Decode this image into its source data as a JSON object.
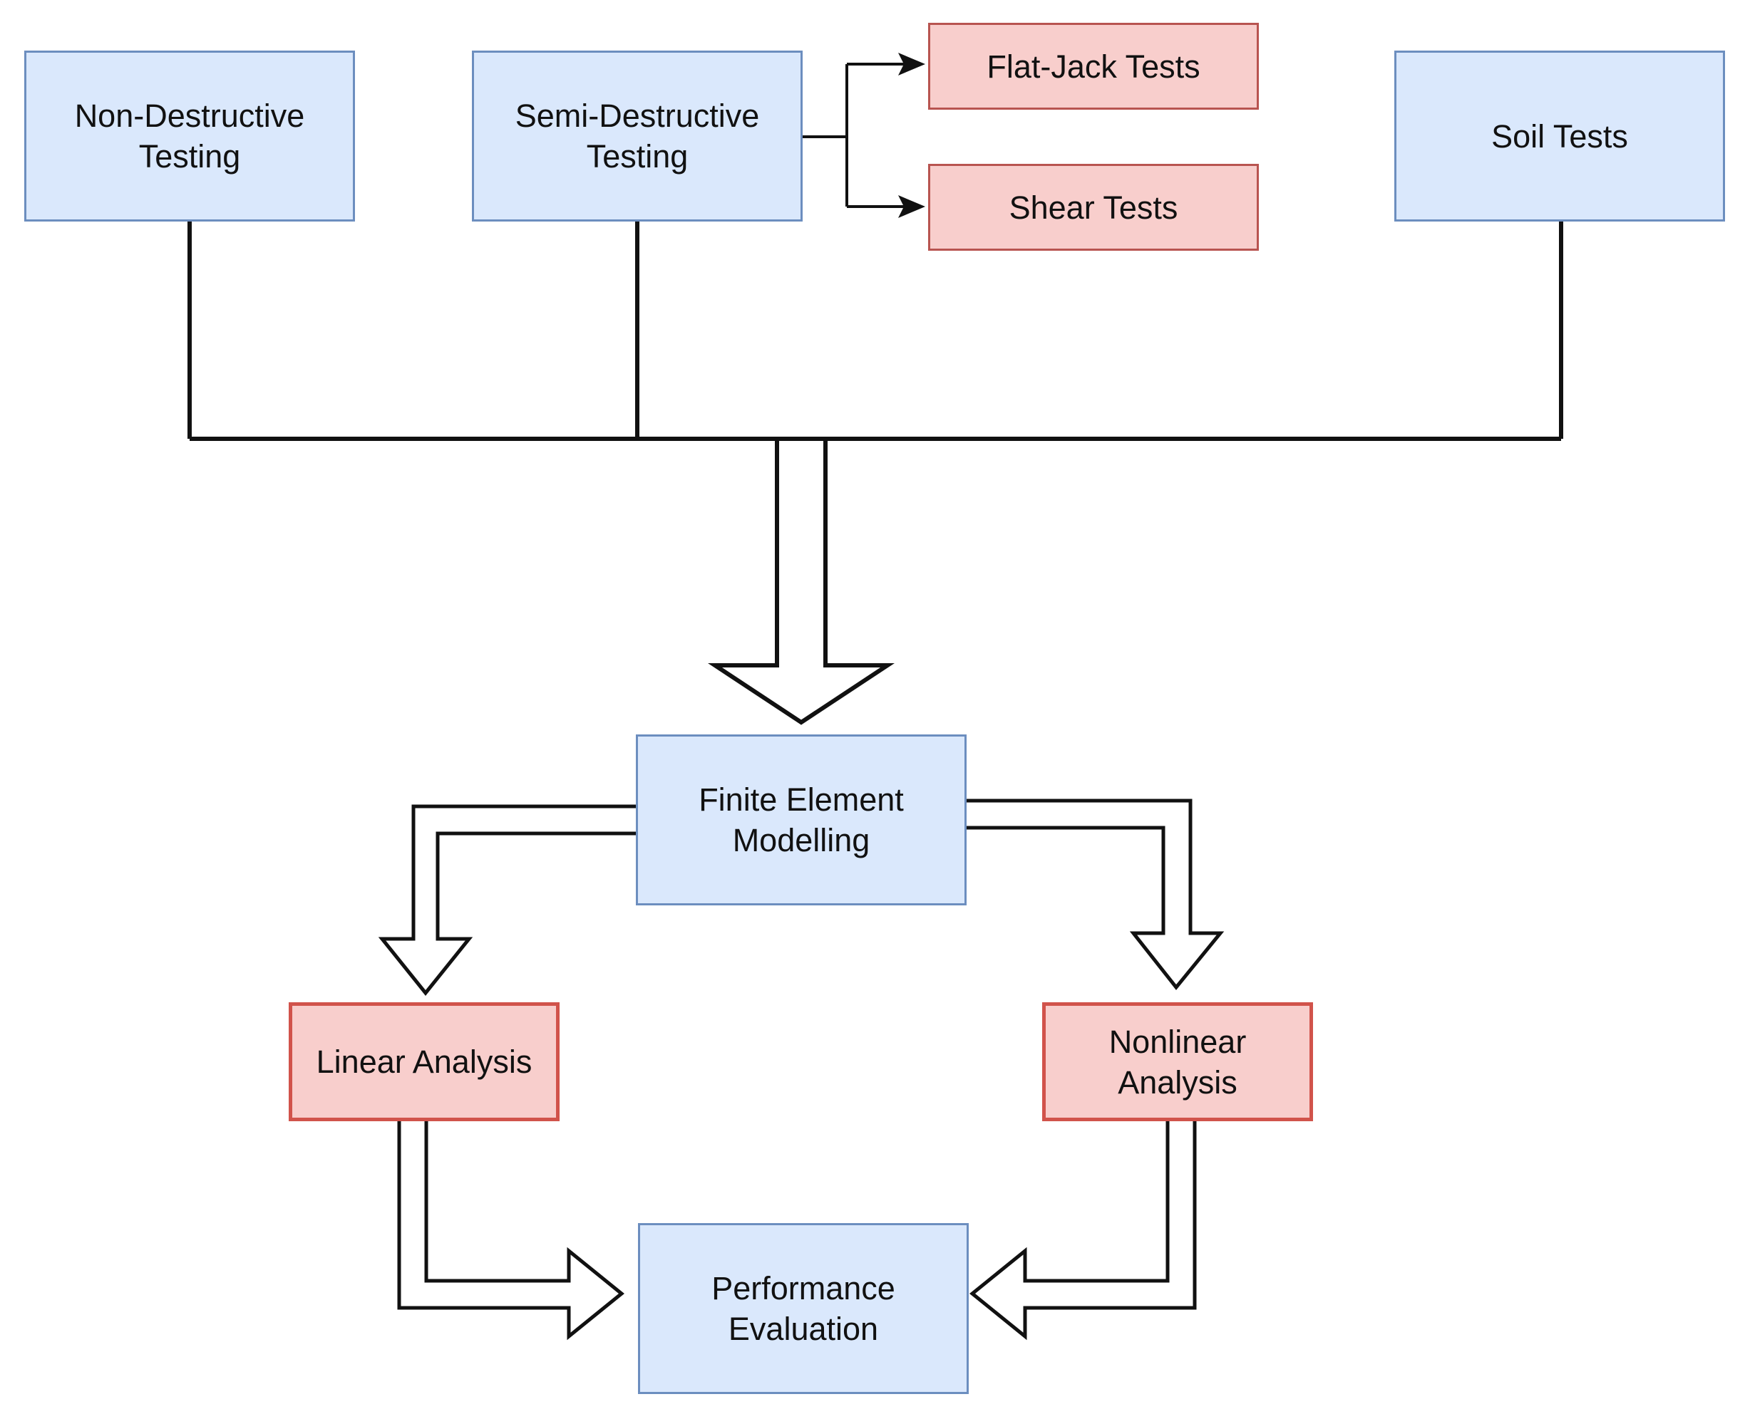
{
  "colors": {
    "blue_fill": "#dae8fc",
    "blue_stroke": "#6c8ebf",
    "red_fill": "#f8cecc",
    "red_stroke": "#b85450",
    "line": "#111111"
  },
  "nodes": {
    "non_destructive": "Non-Destructive\nTesting",
    "semi_destructive": "Semi-Destructive\nTesting",
    "flat_jack": "Flat-Jack Tests",
    "shear": "Shear Tests",
    "soil": "Soil Tests",
    "fem": "Finite Element\nModelling",
    "linear": "Linear Analysis",
    "nonlinear": "Nonlinear\nAnalysis",
    "performance": "Performance\nEvaluation"
  },
  "edges": [
    {
      "from": "semi_destructive",
      "to": "flat_jack",
      "style": "arrow"
    },
    {
      "from": "semi_destructive",
      "to": "shear",
      "style": "arrow"
    },
    {
      "from": "non_destructive",
      "to": "fem",
      "style": "merged-block-arrow"
    },
    {
      "from": "semi_destructive",
      "to": "fem",
      "style": "merged-block-arrow"
    },
    {
      "from": "soil",
      "to": "fem",
      "style": "merged-block-arrow"
    },
    {
      "from": "fem",
      "to": "linear",
      "style": "block-arrow"
    },
    {
      "from": "fem",
      "to": "nonlinear",
      "style": "block-arrow"
    },
    {
      "from": "linear",
      "to": "performance",
      "style": "block-arrow"
    },
    {
      "from": "nonlinear",
      "to": "performance",
      "style": "block-arrow"
    }
  ]
}
